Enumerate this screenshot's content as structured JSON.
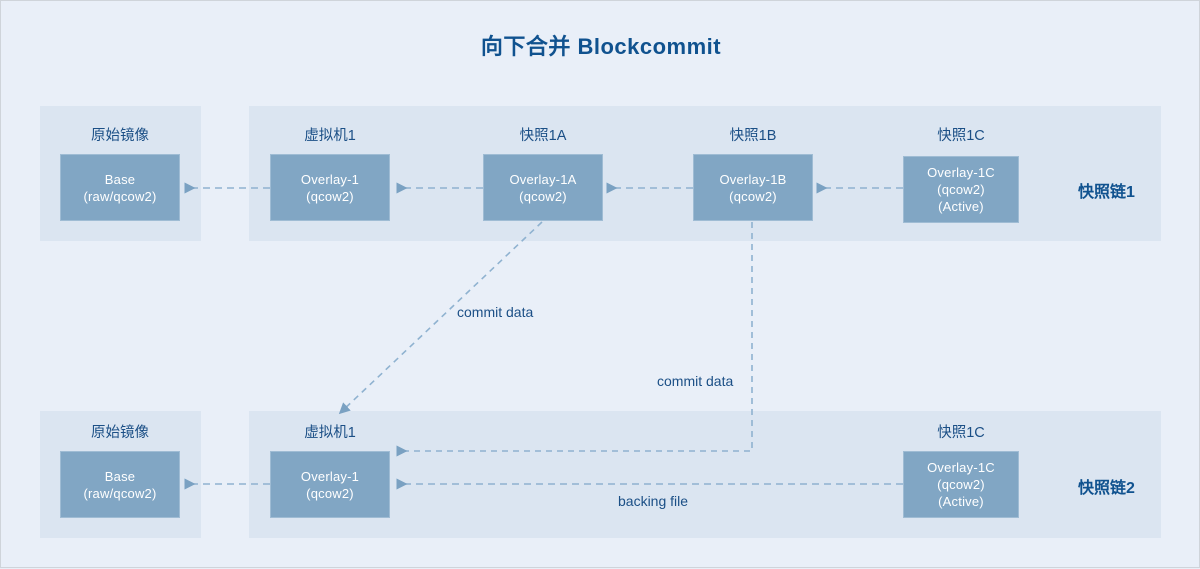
{
  "title": "向下合并 Blockcommit",
  "colors": {
    "background": "#e9eff8",
    "panel": "#dbe5f1",
    "node_fill": "#81a6c4",
    "node_border": "#9fbcd4",
    "text_accent": "#10528f",
    "caption": "#1b4f86",
    "edge": "#8fb2d0"
  },
  "rows": [
    {
      "chain_label": "快照链1",
      "nodes": [
        {
          "caption": "原始镜像",
          "lines": [
            "Base",
            "(raw/qcow2)"
          ]
        },
        {
          "caption": "虚拟机1",
          "lines": [
            "Overlay-1",
            "(qcow2)"
          ]
        },
        {
          "caption": "快照1A",
          "lines": [
            "Overlay-1A",
            "(qcow2)"
          ]
        },
        {
          "caption": "快照1B",
          "lines": [
            "Overlay-1B",
            "(qcow2)"
          ]
        },
        {
          "caption": "快照1C",
          "lines": [
            "Overlay-1C",
            "(qcow2)",
            "(Active)"
          ]
        }
      ]
    },
    {
      "chain_label": "快照链2",
      "nodes": [
        {
          "caption": "原始镜像",
          "lines": [
            "Base",
            "(raw/qcow2)"
          ]
        },
        {
          "caption": "虚拟机1",
          "lines": [
            "Overlay-1",
            "(qcow2)"
          ]
        },
        {
          "caption": "快照1C",
          "lines": [
            "Overlay-1C",
            "(qcow2)",
            "(Active)"
          ]
        }
      ]
    }
  ],
  "edge_labels": {
    "commit_data_diagonal": "commit data",
    "commit_data_vertical": "commit data",
    "backing_file": "backing file"
  }
}
